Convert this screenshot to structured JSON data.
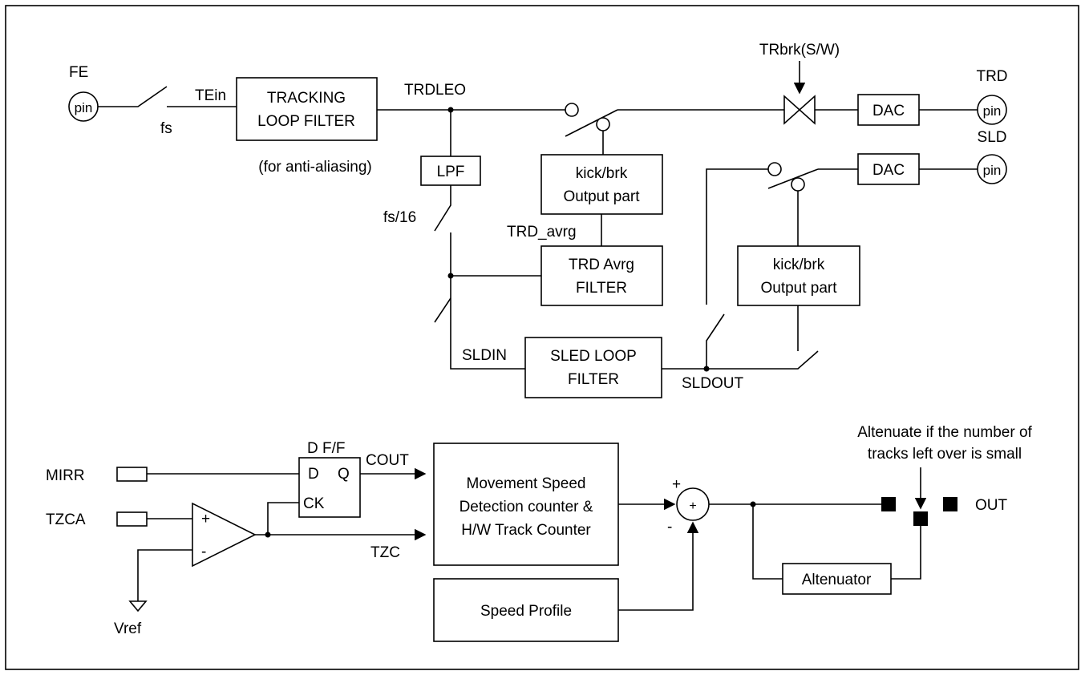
{
  "labels": {
    "fe": "FE",
    "tein": "TEin",
    "fs": "fs",
    "pin_fe": "pin",
    "trdleo": "TRDLEO",
    "tracking1": "TRACKING",
    "tracking2": "LOOP FILTER",
    "anti_aliasing": "(for anti-aliasing)",
    "trbrk": "TRbrk(S/W)",
    "trd": "TRD",
    "pin_trd": "pin",
    "dac1": "DAC",
    "sld": "SLD",
    "pin_sld": "pin",
    "dac2": "DAC",
    "lpf": "LPF",
    "fs16": "fs/16",
    "kick1_a": "kick/brk",
    "kick1_b": "Output part",
    "trd_avrg": "TRD_avrg",
    "trdavrg_a": "TRD Avrg",
    "trdavrg_b": "FILTER",
    "kick2_a": "kick/brk",
    "kick2_b": "Output part",
    "sldin": "SLDIN",
    "sled_a": "SLED LOOP",
    "sled_b": "FILTER",
    "sldout": "SLDOUT",
    "dff": "D F/F",
    "d": "D",
    "q": "Q",
    "ck": "CK",
    "cout": "COUT",
    "mirr": "MIRR",
    "tzca": "TZCA",
    "plus_in": "+",
    "minus_in": "-",
    "vref": "Vref",
    "tzc": "TZC",
    "mov_a": "Movement Speed",
    "mov_b": "Detection counter &",
    "mov_c": "H/W Track Counter",
    "sum_plus": "+",
    "sum_sign_plus": "+",
    "sum_sign_minus": "-",
    "speed_profile": "Speed Profile",
    "altenuate_a": "Altenuate if the number of",
    "altenuate_b": "tracks left over is small",
    "out": "OUT",
    "altenuator": "Altenuator"
  }
}
